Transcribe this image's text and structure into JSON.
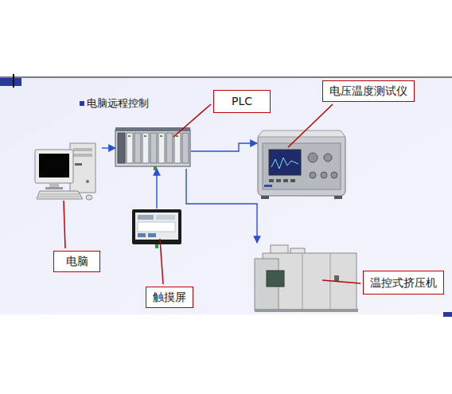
{
  "diagram": {
    "title": "电脑远程控制",
    "nodes": [
      {
        "text": [
          "电脑"
        ]
      },
      {
        "text": [
          "PLC"
        ]
      },
      {
        "text": [
          "触摸屏"
        ]
      },
      {
        "text": [
          "电压温度测试仪"
        ]
      },
      {
        "text": [
          "温控式挤压机"
        ]
      }
    ],
    "edges": [
      {
        "from": 0,
        "to": 1,
        "arrow": "to"
      },
      {
        "from": 2,
        "to": 1,
        "arrow": "to"
      },
      {
        "from": 1,
        "to": 3,
        "arrow": "to"
      },
      {
        "from": 1,
        "to": 4,
        "arrow": "to"
      }
    ]
  }
}
